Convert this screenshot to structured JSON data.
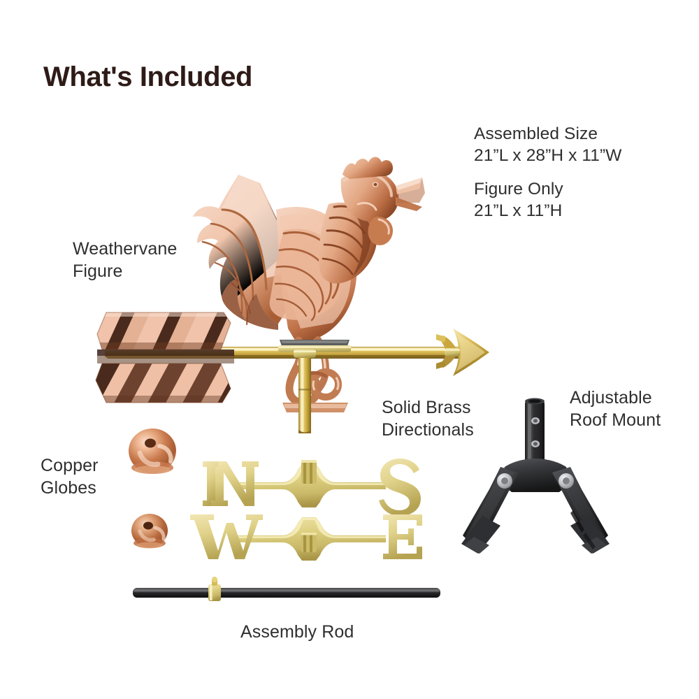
{
  "page": {
    "title": "What's Included",
    "background_color": "#ffffff",
    "heading_color": "#2e1b17",
    "label_color": "#2f2f2f"
  },
  "specs": {
    "assembled": "Assembled Size\n21”L x 28”H x 11”W",
    "figure_only": "Figure Only\n21”L x 11”H"
  },
  "labels": {
    "weathervane_figure": "Weathervane\nFigure",
    "copper_globes": "Copper\nGlobes",
    "solid_brass_directionals": "Solid Brass\nDirectionals",
    "adjustable_roof_mount": "Adjustable\nRoof Mount",
    "assembly_rod": "Assembly Rod"
  },
  "directionals": {
    "north": "N",
    "south": "S",
    "west": "W",
    "east": "E"
  },
  "colors": {
    "copper_light": "#f0c3ab",
    "copper_mid": "#dd9c78",
    "copper_dark": "#b0653c",
    "copper_shadow": "#7a3c22",
    "fletch_dark": "#4a2a1c",
    "brass_light": "#f2e3a0",
    "brass_mid": "#d4b45c",
    "brass_dark": "#9c7f2c",
    "black_metal": "#2b2b2b",
    "bolt_silver": "#c9cbcd"
  }
}
